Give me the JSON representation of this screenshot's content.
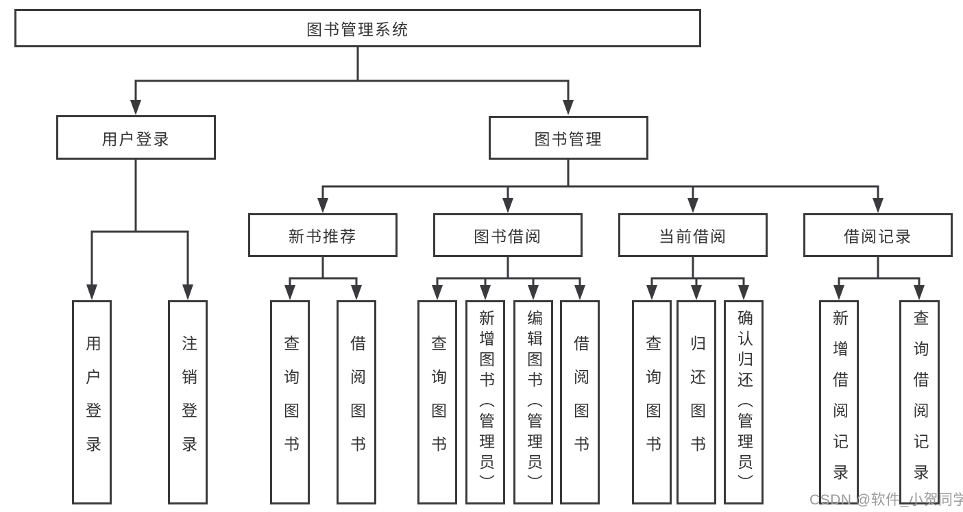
{
  "diagram": {
    "root": {
      "label": "图书管理系统",
      "children": [
        {
          "label": "用户登录",
          "children": [
            {
              "label": "用户登录"
            },
            {
              "label": "注销登录"
            }
          ]
        },
        {
          "label": "图书管理",
          "children": [
            {
              "label": "新书推荐",
              "children": [
                {
                  "label": "查询图书"
                },
                {
                  "label": "借阅图书"
                }
              ]
            },
            {
              "label": "图书借阅",
              "children": [
                {
                  "label": "查询图书"
                },
                {
                  "label": "新增图书（管理员）"
                },
                {
                  "label": "编辑图书（管理员）"
                },
                {
                  "label": "借阅图书"
                }
              ]
            },
            {
              "label": "当前借阅",
              "children": [
                {
                  "label": "查询图书"
                },
                {
                  "label": "归还图书"
                },
                {
                  "label": "确认归还（管理员）"
                }
              ]
            },
            {
              "label": "借阅记录",
              "children": [
                {
                  "label": "新增借阅记录"
                },
                {
                  "label": "查询借阅记录"
                }
              ]
            }
          ]
        }
      ]
    },
    "colors": {
      "line": "#3a3a3c",
      "text": "#333335",
      "box_background": "#ffffff",
      "watermark": "#9a9a9a"
    }
  },
  "watermark": "CSDN @软件_小贺同学"
}
